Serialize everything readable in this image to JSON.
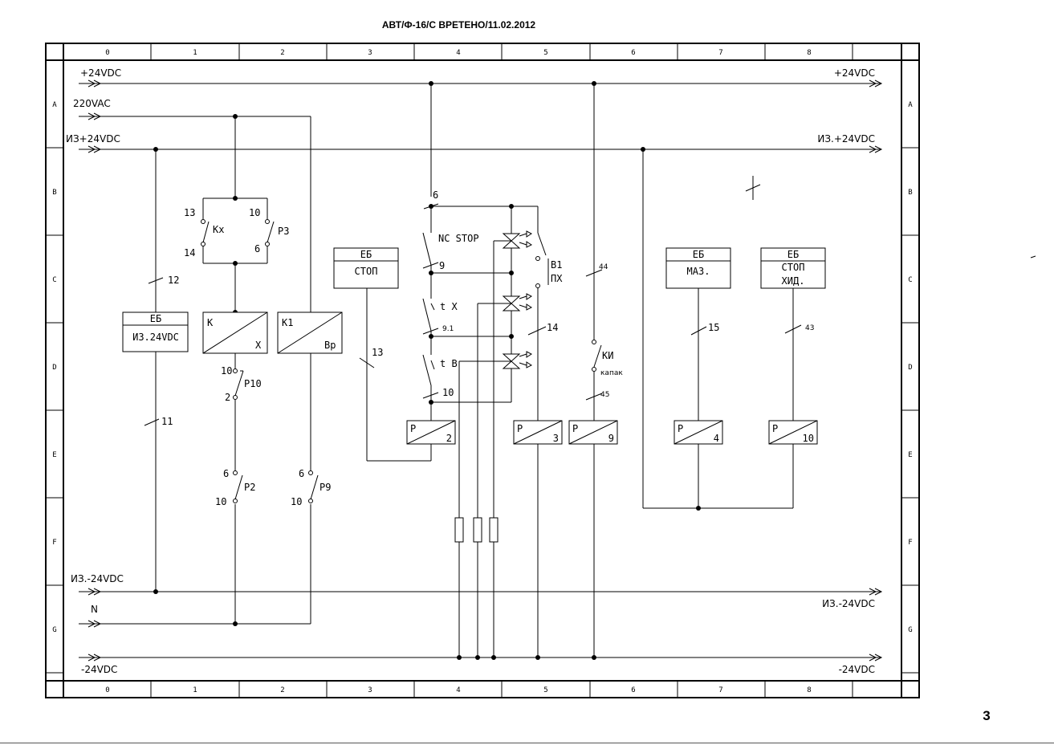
{
  "document": {
    "title": "АВТ/Ф-16/С ВРЕТЕНО/11.02.2012",
    "page_number": "3"
  },
  "grid": {
    "columns": [
      "0",
      "1",
      "2",
      "3",
      "4",
      "5",
      "6",
      "7",
      "8"
    ],
    "rows": [
      "A",
      "B",
      "C",
      "D",
      "E",
      "F",
      "G"
    ]
  },
  "rails": {
    "p24_left": "+24VDC",
    "p24_right": "+24VDC",
    "ac220": "220VAC",
    "iz_p24_left": "ИЗ+24VDC",
    "iz_p24_right": "ИЗ.+24VDC",
    "iz_m24_left": "ИЗ.-24VDC",
    "iz_m24_right": "ИЗ.-24VDC",
    "neutral": "N",
    "m24_left": "-24VDC",
    "m24_right": "-24VDC"
  },
  "components": {
    "psu": {
      "top": "ЕБ",
      "bottom": "ИЗ.24VDC"
    },
    "kont_k": {
      "tl": "K",
      "br": "X"
    },
    "kont_k1": {
      "tl": "K1",
      "br": "Вр"
    },
    "eb_stop": {
      "top": "ЕБ",
      "bottom": "СТОП"
    },
    "eb_maz": {
      "top": "ЕБ",
      "bottom": "МАЗ."
    },
    "eb_stop_hid": {
      "top": "ЕБ",
      "bottom1": "СТОП",
      "bottom2": "ХИД."
    },
    "relays": [
      {
        "p": "P",
        "n": "2"
      },
      {
        "p": "P",
        "n": "3"
      },
      {
        "p": "P",
        "n": "9"
      },
      {
        "p": "P",
        "n": "4"
      },
      {
        "p": "P",
        "n": "10"
      }
    ],
    "kx_contact": {
      "name": "Kx",
      "t_top": "13",
      "t_bottom": "14"
    },
    "p3_contact": {
      "name": "P3",
      "t_top": "10",
      "t_bottom": "6"
    },
    "p10_contact": {
      "name": "P10",
      "t_top": "10",
      "t_bottom": "2"
    },
    "p2_contact": {
      "name": "P2",
      "t_top": "6",
      "t_bottom": "10"
    },
    "p9_contact": {
      "name": "P9",
      "t_top": "6",
      "t_bottom": "10"
    },
    "nc_stop": "NC  STOP",
    "tx_contact": "t X",
    "tb_contact": "t B",
    "b1_switch": {
      "name": "B1",
      "sub": "ПХ"
    },
    "ki_switch": {
      "name": "КИ",
      "sub": "капак"
    }
  },
  "wires": {
    "w12": "12",
    "w11": "11",
    "w6": "6",
    "w9": "9",
    "w91": "9.1",
    "w10": "10",
    "w13": "13",
    "w14": "14",
    "w44": "44",
    "w45": "45",
    "w15": "15",
    "w43": "43"
  }
}
